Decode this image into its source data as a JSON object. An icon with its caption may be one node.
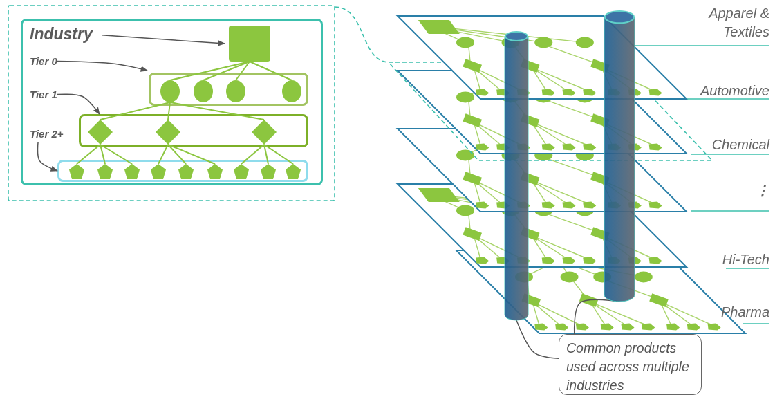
{
  "diagram": {
    "nodes": [
      {
        "text": [],
        "shape": "box"
      },
      {
        "text": [
          "Industry"
        ],
        "in": 0
      },
      {
        "text": [],
        "shape": "box",
        "in": 0
      },
      {
        "text": [
          "Tier 0"
        ],
        "in": 0
      },
      {
        "text": [],
        "shape": "box",
        "in": 0
      },
      {
        "text": [],
        "shape": "circle",
        "in": 4
      },
      {
        "text": [],
        "shape": "circle",
        "in": 4
      },
      {
        "text": [],
        "shape": "circle",
        "in": 4
      },
      {
        "text": [],
        "shape": "circle",
        "in": 4
      },
      {
        "text": [
          "Tier 1"
        ],
        "in": 0
      },
      {
        "text": [],
        "shape": "box",
        "in": 0
      },
      {
        "text": [],
        "shape": "diamond",
        "in": 10
      },
      {
        "text": [],
        "shape": "diamond",
        "in": 10
      },
      {
        "text": [],
        "shape": "diamond",
        "in": 10
      },
      {
        "text": [
          "Tier 2+"
        ],
        "in": 0
      },
      {
        "text": [],
        "shape": "box",
        "in": 0
      },
      {
        "text": [],
        "shape": "pentagon",
        "in": 15
      },
      {
        "text": [],
        "shape": "pentagon",
        "in": 15
      },
      {
        "text": [],
        "shape": "pentagon",
        "in": 15
      },
      {
        "text": [],
        "shape": "pentagon",
        "in": 15
      },
      {
        "text": [],
        "shape": "pentagon",
        "in": 15
      },
      {
        "text": [],
        "shape": "pentagon",
        "in": 15
      },
      {
        "text": [],
        "shape": "pentagon",
        "in": 15
      },
      {
        "text": [],
        "shape": "pentagon",
        "in": 15
      },
      {
        "text": [],
        "shape": "pentagon",
        "in": 15
      },
      {
        "text": [],
        "shape": "cylinder"
      },
      {
        "text": [],
        "shape": "cylinder"
      },
      {
        "text": [
          "Common products used across multiple industries"
        ]
      }
    ],
    "edges": [
      {
        "from": 1,
        "to": 2,
        "arrow": "to",
        "color": "#555555"
      },
      {
        "from": 3,
        "to": 4,
        "arrow": "to",
        "color": "#555555"
      },
      {
        "from": 9,
        "to": 10,
        "arrow": "to",
        "color": "#555555"
      },
      {
        "from": 14,
        "to": 15,
        "arrow": "to",
        "color": "#555555"
      },
      {
        "from": 2,
        "to": 5,
        "arrow": "none"
      },
      {
        "from": 2,
        "to": 6,
        "arrow": "none"
      },
      {
        "from": 2,
        "to": 7,
        "arrow": "none"
      },
      {
        "from": 2,
        "to": 8,
        "arrow": "none"
      },
      {
        "from": 5,
        "to": 11,
        "arrow": "none"
      },
      {
        "from": 5,
        "to": 12,
        "arrow": "none"
      },
      {
        "from": 5,
        "to": 13,
        "arrow": "none"
      },
      {
        "from": 11,
        "to": 16,
        "arrow": "none"
      },
      {
        "from": 11,
        "to": 17,
        "arrow": "none"
      },
      {
        "from": 11,
        "to": 18,
        "arrow": "none"
      },
      {
        "from": 12,
        "to": 19,
        "arrow": "none"
      },
      {
        "from": 12,
        "to": 20,
        "arrow": "none"
      },
      {
        "from": 12,
        "to": 21,
        "arrow": "none"
      },
      {
        "from": 13,
        "to": 22,
        "arrow": "none"
      },
      {
        "from": 13,
        "to": 23,
        "arrow": "none"
      },
      {
        "from": 13,
        "to": 24,
        "arrow": "none"
      },
      {
        "from": 27,
        "to": 25,
        "arrow": "none",
        "color": "#555555"
      },
      {
        "from": 27,
        "to": 26,
        "arrow": "none",
        "color": "#555555"
      }
    ],
    "labels": [
      "Apparel & Textiles",
      "Automotive",
      "Chemical",
      "⋮",
      "Hi-Tech",
      "Pharma"
    ]
  }
}
